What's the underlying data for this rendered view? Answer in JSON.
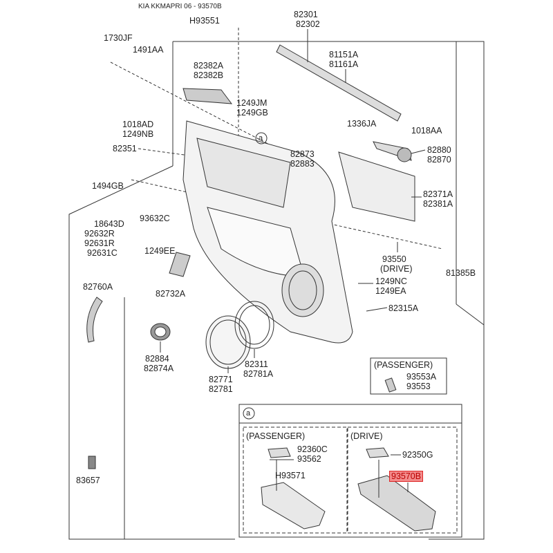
{
  "header": {
    "catalog_ref": "KIA KKMAPRI 06 - 93570B"
  },
  "parts": {
    "p_h93551": "H93551",
    "p_82301": "82301",
    "p_82302": "82302",
    "p_1730jf": "1730JF",
    "p_1491aa": "1491AA",
    "p_81151a": "81151A",
    "p_81161a": "81161A",
    "p_82382a": "82382A",
    "p_82382b": "82382B",
    "p_1249jm": "1249JM",
    "p_1249gb": "1249GB",
    "p_1018ad": "1018AD",
    "p_1249nb": "1249NB",
    "p_1336ja": "1336JA",
    "p_1018aa": "1018AA",
    "p_a": "a",
    "p_82351": "82351",
    "p_82873": "82873",
    "p_82883": "82883",
    "p_82880": "82880",
    "p_82870": "82870",
    "p_1494gb": "1494GB",
    "p_82371a": "82371A",
    "p_82381a": "82381A",
    "p_18643d": "18643D",
    "p_93632c": "93632C",
    "p_92632r": "92632R",
    "p_92631r": "92631R",
    "p_92631c": "92631C",
    "p_1249ee": "1249EE",
    "p_93550": "93550",
    "p_drive1": "(DRIVE)",
    "p_81385b": "81385B",
    "p_1249nc": "1249NC",
    "p_1249ea": "1249EA",
    "p_82760a": "82760A",
    "p_82732a": "82732A",
    "p_82315a": "82315A",
    "p_82884": "82884",
    "p_82874a": "82874A",
    "p_passenger1": "(PASSENGER)",
    "p_93553a": "93553A",
    "p_93553": "93553",
    "p_82311": "82311",
    "p_82781a": "82781A",
    "p_82771": "82771",
    "p_82781": "82781",
    "p_83657": "83657"
  },
  "detail_a": {
    "marker": "a",
    "passenger": {
      "title": "(PASSENGER)",
      "p1": "92360C",
      "p2": "93562",
      "p3": "H93571"
    },
    "drive": {
      "title": "(DRIVE)",
      "p1": "92350G",
      "highlighted": "93570B"
    }
  },
  "colors": {
    "highlight": "#f28b8b",
    "line": "#333333"
  }
}
